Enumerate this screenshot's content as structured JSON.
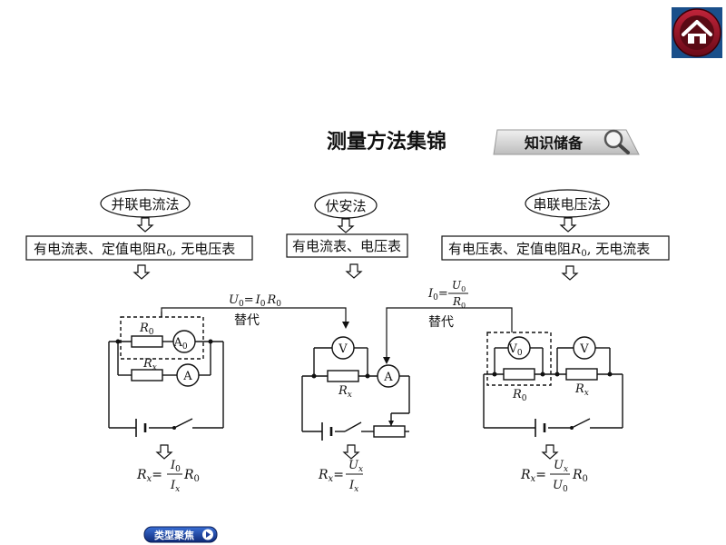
{
  "title": "测量方法集锦",
  "badge": "知识储备",
  "footer_button": "类型聚焦",
  "methods": {
    "left": {
      "name": "并联电流法",
      "condition_main": "有电流表、定值电阻",
      "condition_sym": "R",
      "condition_sub": "0",
      "condition_rest": ", 无电压表",
      "substitution_label": "替代",
      "r0_label": "R",
      "r0_sub": "0",
      "rx_label": "R",
      "rx_sub": "x",
      "ammeter_a0": "A",
      "ammeter_a0_sub": "0",
      "ammeter_a": "A",
      "formula_lhs": "R",
      "formula_lhs_sub": "x",
      "formula_num": "I",
      "formula_num_sub": "0",
      "formula_den": "I",
      "formula_den_sub": "x",
      "formula_tail": "R",
      "formula_tail_sub": "0"
    },
    "middle": {
      "name": "伏安法",
      "condition": "有电流表、电压表",
      "voltmeter": "V",
      "ammeter": "A",
      "rx_label": "R",
      "rx_sub": "x",
      "formula_lhs": "R",
      "formula_lhs_sub": "x",
      "formula_num": "U",
      "formula_num_sub": "x",
      "formula_den": "I",
      "formula_den_sub": "x"
    },
    "right": {
      "name": "串联电压法",
      "condition_main": "有电压表、定值电阻",
      "condition_sym": "R",
      "condition_sub": "0",
      "condition_rest": ", 无电流表",
      "substitution_label": "替代",
      "v0": "V",
      "v0_sub": "0",
      "v": "V",
      "r0_label": "R",
      "r0_sub": "0",
      "rx_label": "R",
      "rx_sub": "x",
      "formula_lhs": "R",
      "formula_lhs_sub": "x",
      "formula_num": "U",
      "formula_num_sub": "x",
      "formula_den": "U",
      "formula_den_sub": "0",
      "formula_tail": "R",
      "formula_tail_sub": "0"
    }
  },
  "link_left": {
    "lhs": "U",
    "lhs_sub": "0",
    "eq": "=",
    "i": "I",
    "i_sub": "0",
    "r": "R",
    "r_sub": "0"
  },
  "link_right": {
    "lhs": "I",
    "lhs_sub": "0",
    "eq": "=",
    "num": "U",
    "num_sub": "0",
    "den": "R",
    "den_sub": "0"
  },
  "colors": {
    "home_ring": "#8a1020",
    "home_bg": "#1a4f8a",
    "badge_bg": "#d8d8d8",
    "footer_bg": "#1d3f9c",
    "ink": "#111111"
  },
  "icons": [
    "home-icon",
    "magnifier-icon",
    "arrow-down-icon",
    "play-icon"
  ]
}
